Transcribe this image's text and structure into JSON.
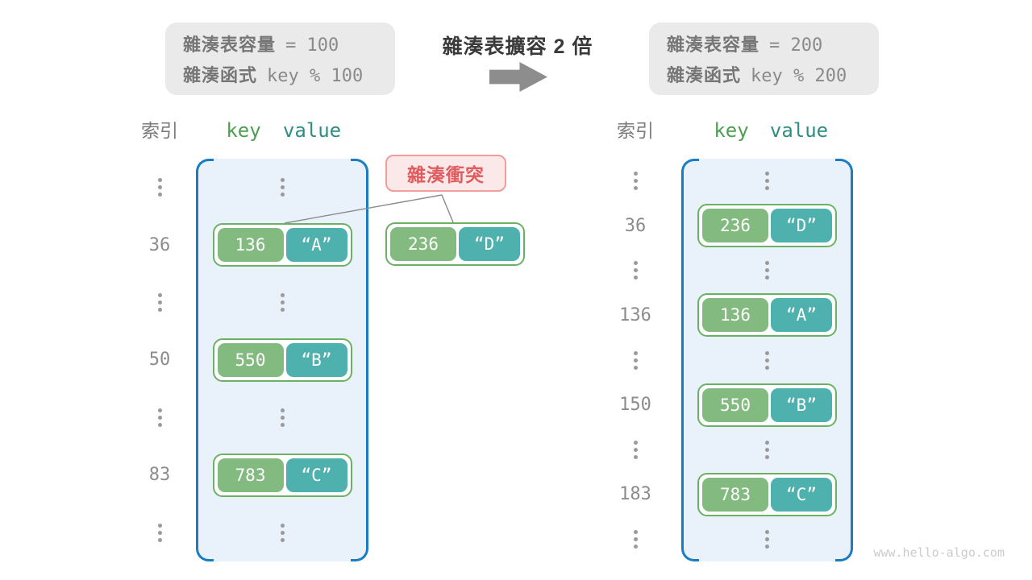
{
  "header": {
    "before_box": {
      "line1_label": "雜湊表容量",
      "line1_value": "= 100",
      "line2_label": "雜湊函式",
      "line2_value": "key % 100"
    },
    "expand_title": "雜湊表擴容 2 倍",
    "after_box": {
      "line1_label": "雜湊表容量",
      "line1_value": "= 200",
      "line2_label": "雜湊函式",
      "line2_value": "key % 200"
    }
  },
  "collision": {
    "label": "雜湊衝突",
    "pair": {
      "key": "236",
      "value": "“D”"
    }
  },
  "table_left": {
    "index_header": "索引",
    "key_header": "key",
    "value_header": "value",
    "entries": [
      {
        "index": "36",
        "key": "136",
        "value": "“A”"
      },
      {
        "index": "50",
        "key": "550",
        "value": "“B”"
      },
      {
        "index": "83",
        "key": "783",
        "value": "“C”"
      }
    ]
  },
  "table_right": {
    "index_header": "索引",
    "key_header": "key",
    "value_header": "value",
    "entries": [
      {
        "index": "36",
        "key": "236",
        "value": "“D”"
      },
      {
        "index": "136",
        "key": "136",
        "value": "“A”"
      },
      {
        "index": "150",
        "key": "550",
        "value": "“B”"
      },
      {
        "index": "183",
        "key": "783",
        "value": "“C”"
      }
    ]
  },
  "watermark": "www.hello-algo.com",
  "colors": {
    "table_border": "#1a7dc4",
    "table_bg": "#e9f2fb",
    "key_pill": "#83ba80",
    "value_pill": "#4fb1ae",
    "pair_border": "#6ab163",
    "collision_text": "#e05c5e",
    "collision_bg": "#fbe9e9",
    "collision_border": "#f29c9c",
    "info_box_bg": "#eaeaea",
    "gray_text": "#767676",
    "header_key_green": "#4d9e51",
    "header_value_teal": "#2f8d84",
    "arrow_gray": "#8d8d8d"
  }
}
